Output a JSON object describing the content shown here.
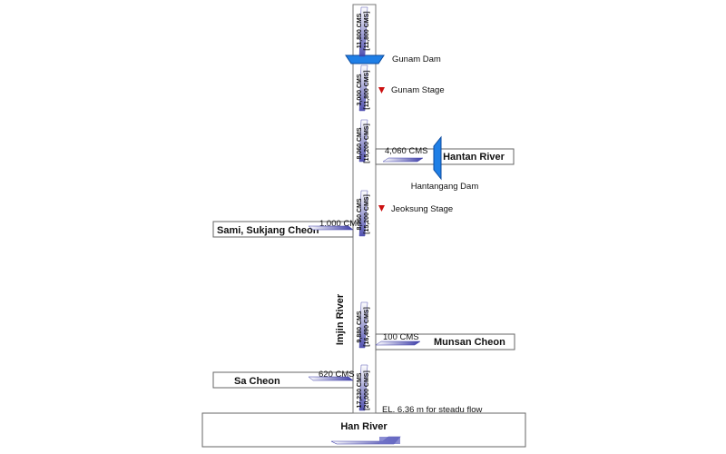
{
  "main_river": {
    "label": "Imjin River"
  },
  "outlet_river": {
    "label": "Han River",
    "boundary_note": "EL. 6.36 m for steadu flow"
  },
  "dams": [
    {
      "label": "Gunam Dam"
    },
    {
      "label": "Hantangang Dam"
    }
  ],
  "stages": [
    {
      "label": "Gunam Stage"
    },
    {
      "label": "Jeoksung Stage"
    }
  ],
  "tributaries": [
    {
      "label": "Hantan River",
      "inflow": "4,060 CMS"
    },
    {
      "label": "Sami, Sukjang Cheon",
      "inflow": "1,000 CMS"
    },
    {
      "label": "Munsan Cheon",
      "inflow": "100 CMS"
    },
    {
      "label": "Sa Cheon",
      "inflow": "620 CMS"
    }
  ],
  "reach_flows": [
    {
      "a": "11,800 CMS",
      "b": "[11,800 CMS]"
    },
    {
      "a": "3,000 CMS",
      "b": "[11,800 CMS]"
    },
    {
      "a": "8,060 CMS",
      "b": "[15,200 CMS]"
    },
    {
      "a": "8,060 CMS",
      "b": "[15,200 CMS]"
    },
    {
      "a": "9,880 CMS",
      "b": "[16,490 CMS]"
    },
    {
      "a": "17,230 CMS",
      "b": "[20,000 CMS]"
    }
  ],
  "colors": {
    "dam_blue": "#1f7fe6",
    "arrow_fill": "#3e3ea8",
    "stage_marker": "#cc1111",
    "line": "#888888"
  }
}
